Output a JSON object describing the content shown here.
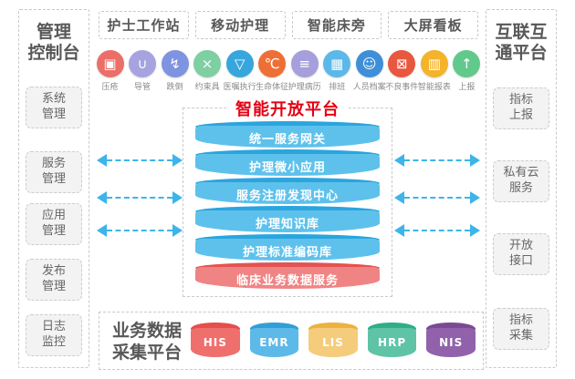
{
  "palette": {
    "platform_title_red": "#e60012",
    "arrow_blue": "#3db4ea",
    "panel_title_text": "#595757",
    "box_text": "#666666",
    "dashed_border": "#c9c9c9"
  },
  "left_panel": {
    "title_line1": "管理",
    "title_line2": "控制台",
    "items": [
      {
        "line1": "系统",
        "line2": "管理"
      },
      {
        "line1": "服务",
        "line2": "管理"
      },
      {
        "line1": "应用",
        "line2": "管理"
      },
      {
        "line1": "发布",
        "line2": "管理"
      },
      {
        "line1": "日志",
        "line2": "监控"
      }
    ]
  },
  "right_panel": {
    "title_line1": "互联互",
    "title_line2": "通平台",
    "items": [
      {
        "line1": "指标",
        "line2": "上报"
      },
      {
        "line1": "私有云",
        "line2": "服务"
      },
      {
        "line1": "开放",
        "line2": "接口"
      },
      {
        "line1": "指标",
        "line2": "采集"
      }
    ]
  },
  "tabs": [
    {
      "label": "护士工作站"
    },
    {
      "label": "移动护理"
    },
    {
      "label": "智能床旁"
    },
    {
      "label": "大屏看板"
    }
  ],
  "icons": [
    {
      "label": "压疮",
      "glyph": "▣",
      "color": "#ec6e68"
    },
    {
      "label": "导管",
      "glyph": "∪",
      "color": "#a7a3e0"
    },
    {
      "label": "跌倒",
      "glyph": "↯",
      "color": "#7f94e0"
    },
    {
      "label": "约束具",
      "glyph": "×",
      "color": "#7ecfa2"
    },
    {
      "label": "医嘱执行",
      "glyph": "▽",
      "color": "#36a6dc"
    },
    {
      "label": "生命体征",
      "glyph": "℃",
      "color": "#ee6f35"
    },
    {
      "label": "护理病历",
      "glyph": "≡",
      "color": "#a59fdb"
    },
    {
      "label": "排班",
      "glyph": "▦",
      "color": "#5cb8e8"
    },
    {
      "label": "人员档案",
      "glyph": "☺",
      "color": "#3f8fd8"
    },
    {
      "label": "不良事件",
      "glyph": "⊠",
      "color": "#e8573f"
    },
    {
      "label": "智能报表",
      "glyph": "▥",
      "color": "#f3b32b"
    },
    {
      "label": "上报",
      "glyph": "↑",
      "color": "#62c98c"
    }
  ],
  "platform": {
    "title": "智能开放平台",
    "title_color": "#e60012",
    "layers": [
      {
        "label": "统一服务网关",
        "body": "#5ec1ec",
        "top": "#2aa5de"
      },
      {
        "label": "护理微小应用",
        "body": "#5ec1ec",
        "top": "#2aa5de"
      },
      {
        "label": "服务注册发现中心",
        "body": "#5ec1ec",
        "top": "#2aa5de"
      },
      {
        "label": "护理知识库",
        "body": "#5ec1ec",
        "top": "#2aa5de"
      },
      {
        "label": "护理标准编码库",
        "body": "#5ec1ec",
        "top": "#2aa5de"
      },
      {
        "label": "临床业务数据服务",
        "body": "#f08484",
        "top": "#e25351"
      }
    ]
  },
  "bottom_panel": {
    "title_line1": "业务数据",
    "title_line2": "采集平台",
    "databases": [
      {
        "label": "HIS",
        "body": "#ee6f6c",
        "top": "#e44f4b"
      },
      {
        "label": "EMR",
        "body": "#5db9e8",
        "top": "#319fd6"
      },
      {
        "label": "LIS",
        "body": "#f4cc7c",
        "top": "#ecb23f"
      },
      {
        "label": "HRP",
        "body": "#5ec4a5",
        "top": "#2fae89"
      },
      {
        "label": "NIS",
        "body": "#9162ab",
        "top": "#7a4b94"
      }
    ]
  }
}
